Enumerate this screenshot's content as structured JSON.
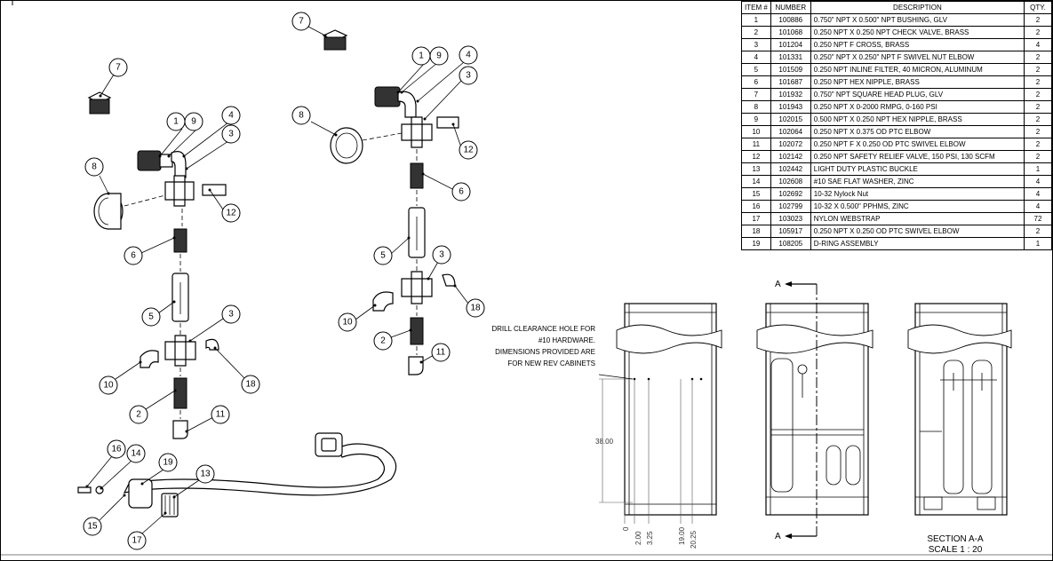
{
  "bom": {
    "headers": [
      "ITEM #",
      "NUMBER",
      "DESCRIPTION",
      "QTY."
    ],
    "rows": [
      {
        "item": "1",
        "number": "100886",
        "description": "0.750\" NPT X 0.500\" NPT BUSHING, GLV",
        "qty": "2"
      },
      {
        "item": "2",
        "number": "101068",
        "description": "0.250 NPT X 0.250 NPT CHECK VALVE, BRASS",
        "qty": "2"
      },
      {
        "item": "3",
        "number": "101204",
        "description": "0.250 NPT F CROSS, BRASS",
        "qty": "4"
      },
      {
        "item": "4",
        "number": "101331",
        "description": "0.250\" NPT X 0.250\" NPT F SWIVEL NUT ELBOW",
        "qty": "2"
      },
      {
        "item": "5",
        "number": "101509",
        "description": "0.250 NPT INLINE FILTER, 40 MICRON, ALUMINUM",
        "qty": "2"
      },
      {
        "item": "6",
        "number": "101687",
        "description": "0.250 NPT HEX NIPPLE, BRASS",
        "qty": "2"
      },
      {
        "item": "7",
        "number": "101932",
        "description": "0.750\" NPT SQUARE HEAD PLUG, GLV",
        "qty": "2"
      },
      {
        "item": "8",
        "number": "101943",
        "description": "0.250 NPT X 0-2000 RMPG, 0-160 PSI",
        "qty": "2"
      },
      {
        "item": "9",
        "number": "102015",
        "description": "0.500 NPT X 0.250 NPT HEX NIPPLE, BRASS",
        "qty": "2"
      },
      {
        "item": "10",
        "number": "102064",
        "description": "0.250 NPT X 0.375 OD PTC ELBOW",
        "qty": "2"
      },
      {
        "item": "11",
        "number": "102072",
        "description": "0.250 NPT F X 0.250 OD PTC SWIVEL ELBOW",
        "qty": "2"
      },
      {
        "item": "12",
        "number": "102142",
        "description": "0.250 NPT SAFETY RELIEF VALVE, 150 PSI, 130 SCFM",
        "qty": "2"
      },
      {
        "item": "13",
        "number": "102442",
        "description": "LIGHT DUTY PLASTIC BUCKLE",
        "qty": "1"
      },
      {
        "item": "14",
        "number": "102608",
        "description": "#10 SAE FLAT WASHER, ZINC",
        "qty": "4"
      },
      {
        "item": "15",
        "number": "102692",
        "description": "10-32 Nylock Nut",
        "qty": "4"
      },
      {
        "item": "16",
        "number": "102799",
        "description": "10-32 X 0.500\" PPHMS, ZINC",
        "qty": "4"
      },
      {
        "item": "17",
        "number": "103023",
        "description": "NYLON WEBSTRAP",
        "qty": "72"
      },
      {
        "item": "18",
        "number": "105917",
        "description": "0.250 NPT X 0.250 OD PTC SWIVEL ELBOW",
        "qty": "2"
      },
      {
        "item": "19",
        "number": "108205",
        "description": "D-RING ASSEMBLY",
        "qty": "1"
      }
    ]
  },
  "note": {
    "lines": [
      "DRILL CLEARANCE HOLE FOR",
      "#10 HARDWARE.",
      "DIMENSIONS PROVIDED ARE",
      "FOR NEW REV CABINETS"
    ]
  },
  "dimensions": {
    "height": "38.00",
    "d0": "0",
    "d1": "2.00",
    "d2": "3.25",
    "d3": "19.00",
    "d4": "20.25"
  },
  "section": {
    "marker": "A",
    "title": "SECTION A-A",
    "scale": "SCALE 1 : 20"
  },
  "balloons": {
    "left": [
      "1",
      "9",
      "4",
      "3",
      "7",
      "8",
      "12",
      "6",
      "5",
      "3",
      "10",
      "18",
      "2",
      "11",
      "16",
      "14",
      "19",
      "13",
      "15",
      "17"
    ],
    "right": [
      "7",
      "1",
      "9",
      "4",
      "3",
      "8",
      "12",
      "6",
      "5",
      "3",
      "18",
      "10",
      "2",
      "11"
    ]
  }
}
